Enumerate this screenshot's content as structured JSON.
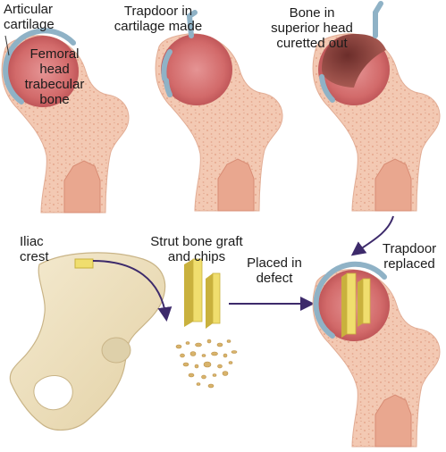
{
  "labels": {
    "articular_cartilage": "Articular\ncartilage",
    "femoral_head": "Femoral\nhead\ntrabecular\nbone",
    "trapdoor_made": "Trapdoor in\ncartilage made",
    "bone_curetted": "Bone in\nsuperior head\ncuretted out",
    "iliac_crest": "Iliac\ncrest",
    "strut_graft": "Strut bone graft\nand chips",
    "placed_in_defect": "Placed in\ndefect",
    "trapdoor_replaced": "Trapdoor\nreplaced"
  },
  "colors": {
    "bone_outer": "#f3c9b3",
    "bone_speckle": "#e7a98e",
    "head_red": "#d97575",
    "head_dark": "#b84e4e",
    "cartilage": "#8fb2c6",
    "canal": "#e9a78f",
    "pelvis": "#efe2c0",
    "pelvis_edge": "#c9b487",
    "graft": "#f0de6e",
    "graft_dark": "#c9b13d",
    "arrow": "#3d2a6b"
  }
}
